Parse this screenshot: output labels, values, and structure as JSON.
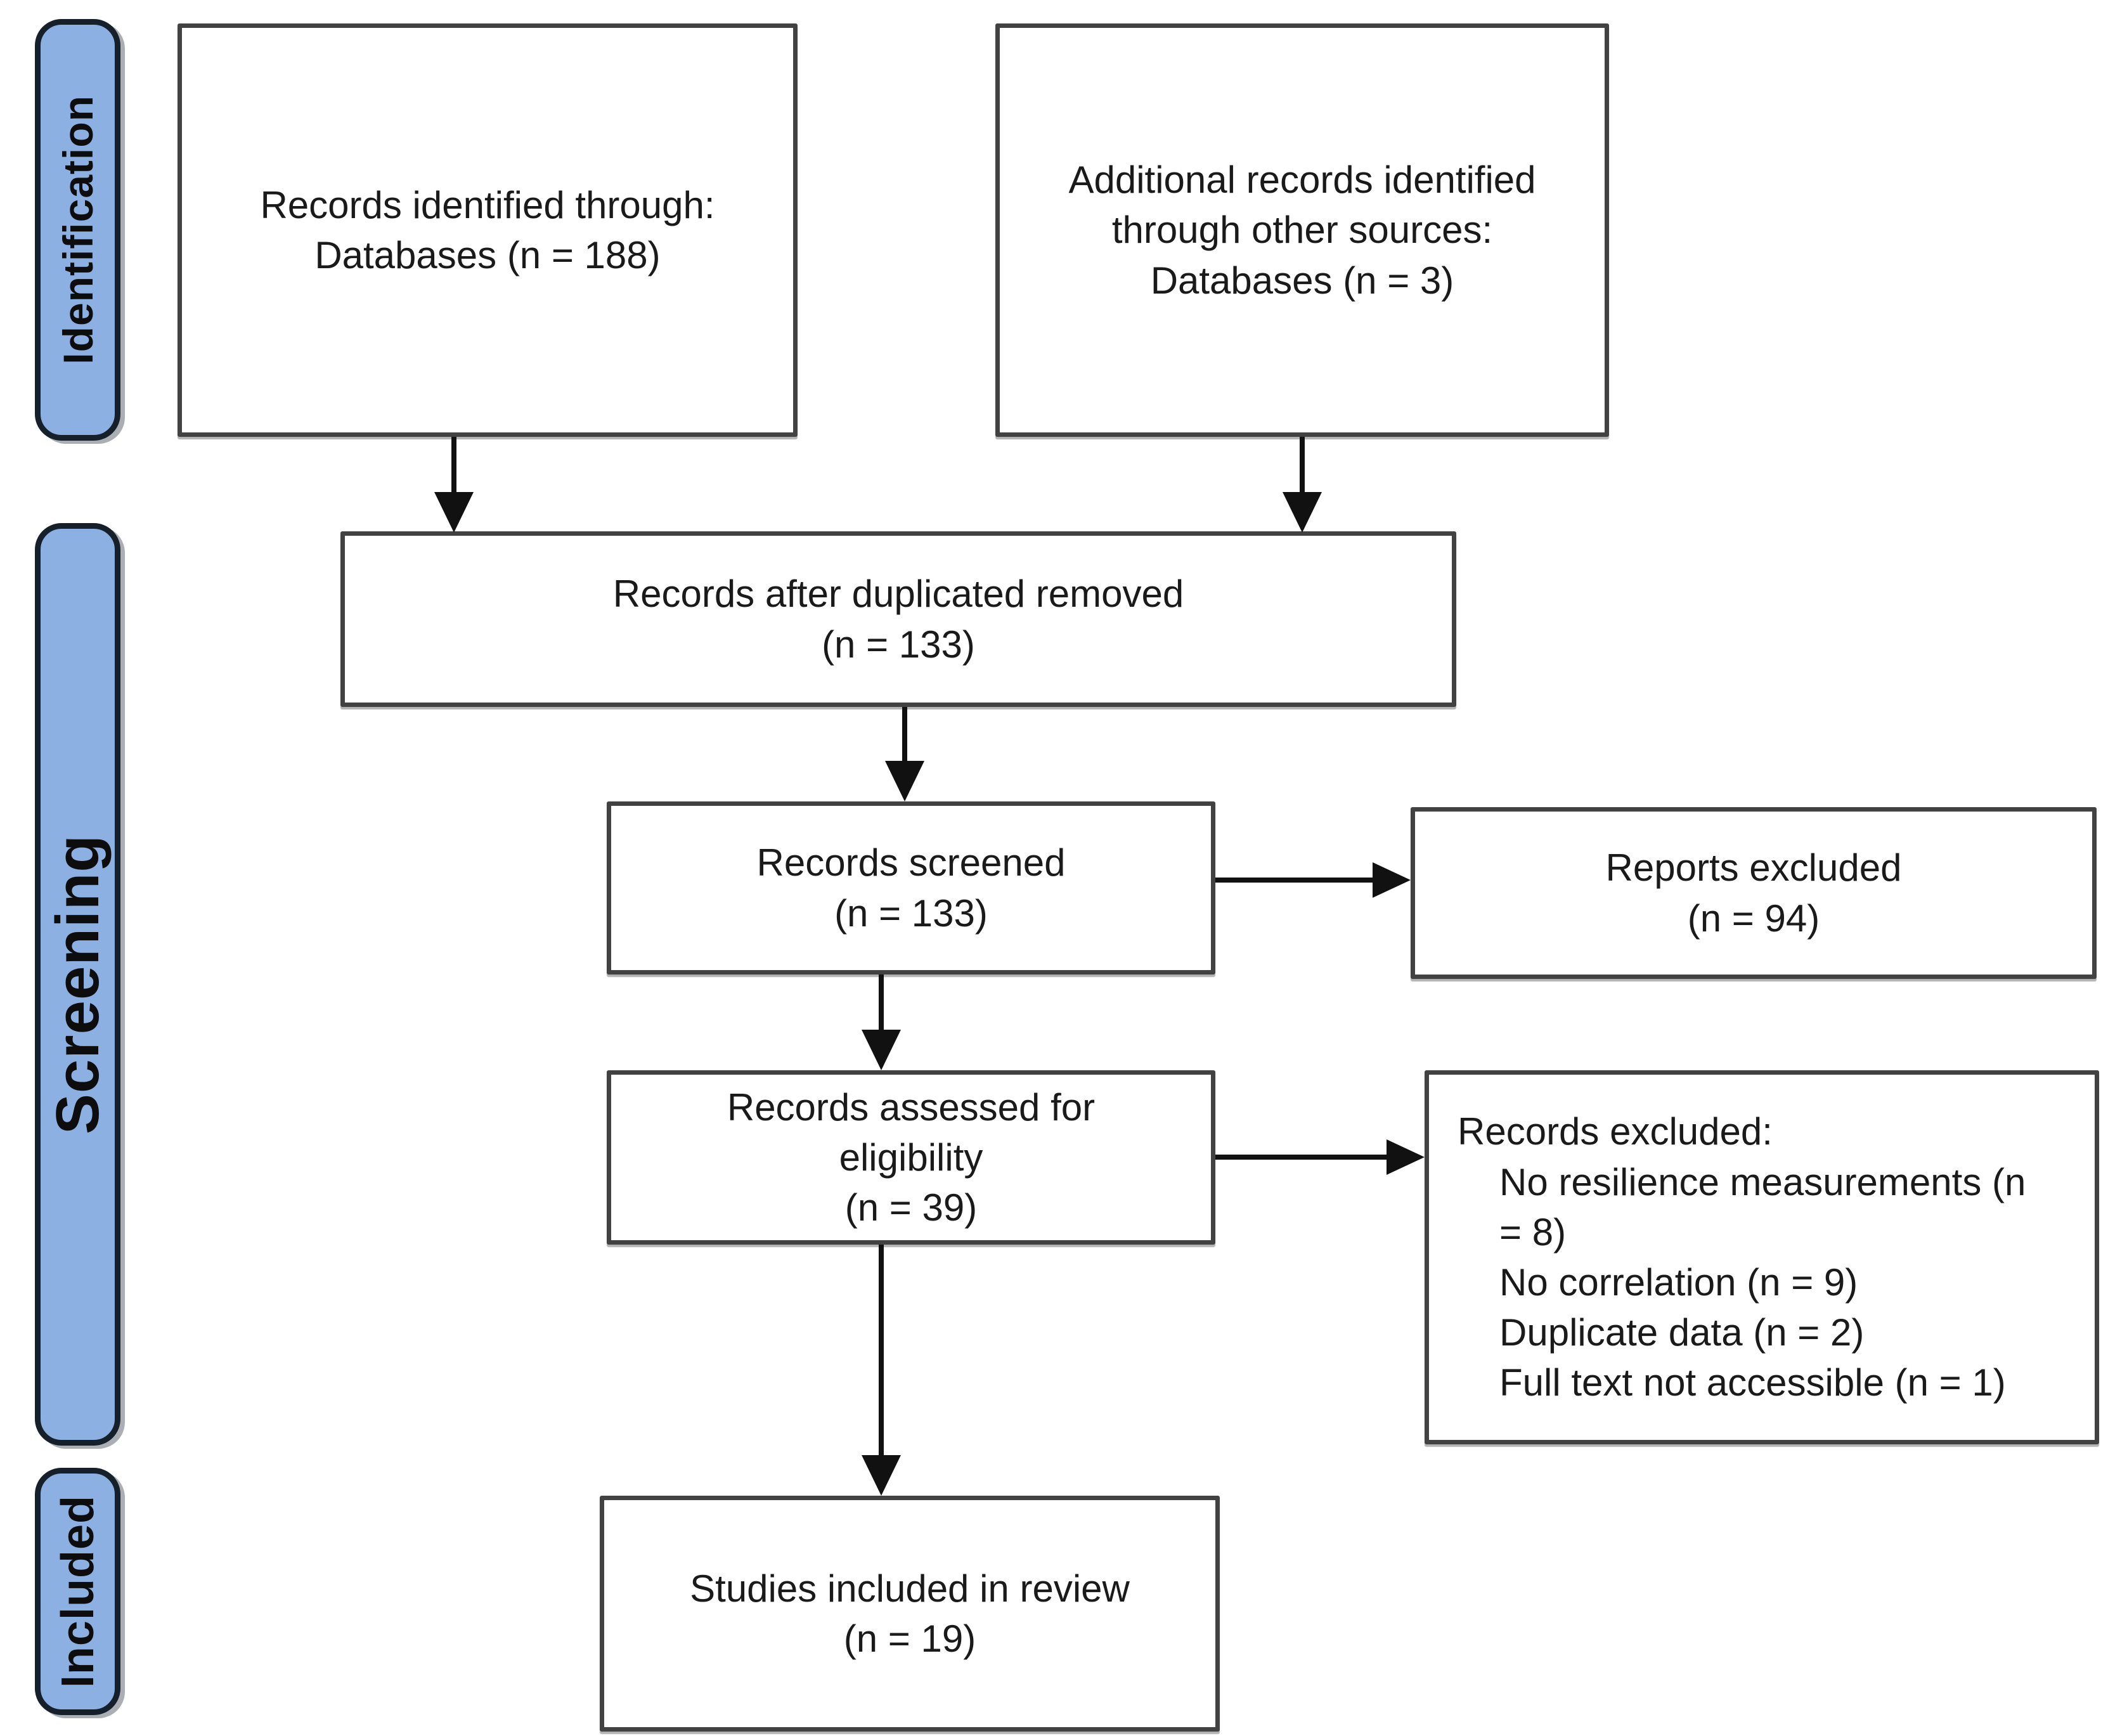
{
  "colors": {
    "sidebar_fill": "#8DB0E2",
    "sidebar_border": "#16202B",
    "box_border": "#424242",
    "arrow": "#111111"
  },
  "stages": {
    "identification": "Identification",
    "screening": "Screening",
    "included": "Included"
  },
  "boxes": {
    "identified": "Records identified through:\nDatabases (n = 188)",
    "additional": "Additional records identified\nthrough other sources:\nDatabases (n = 3)",
    "deduplicated": "Records after duplicated removed\n(n = 133)",
    "screened": "Records screened\n(n = 133)",
    "reports_excluded": "Reports excluded\n(n = 94)",
    "eligibility": "Records assessed for\neligibility\n(n = 39)",
    "records_excluded_heading": "Records excluded:",
    "records_excluded_items": [
      "No resilience measurements (n = 8)",
      "No correlation (n = 9)",
      "Duplicate data (n = 2)",
      "Full text not accessible (n = 1)"
    ],
    "included_studies": "Studies included in review\n(n = 19)"
  }
}
